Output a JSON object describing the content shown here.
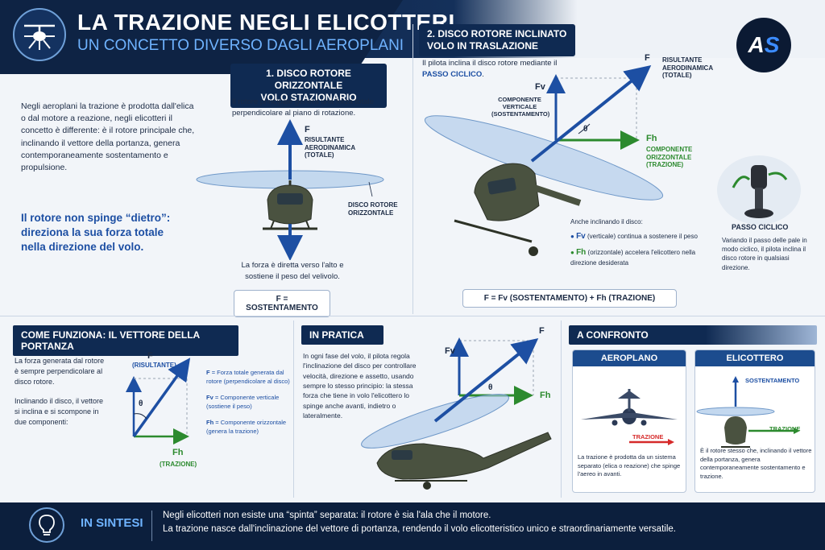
{
  "header": {
    "title": "LA TRAZIONE NEGLI ELICOTTERI",
    "subtitle": "UN CONCETTO DIVERSO DAGLI AEROPLANI",
    "brand_left": "A",
    "brand_right": "S"
  },
  "intro": {
    "text": "Negli aeroplani la trazione è prodotta dall'elica o dal motore a reazione, negli elicotteri il concetto è differente: è il rotore principale che, inclinando il vettore della portanza, genera contemporaneamente sostentamento e propulsione.",
    "highlight": "Il rotore non spinge “dietro”: direziona la sua forza totale nella direzione del volo."
  },
  "section1": {
    "tag_line1": "1. DISCO ROTORE ORIZZONTALE",
    "tag_line2": "VOLO STAZIONARIO",
    "desc": "Il rotore principale genera una forza totale perpendicolare al piano di rotazione.",
    "f_label": "F",
    "f_desc": "RISULTANTE AERODINAMICA (TOTALE)",
    "disc_label": "DISCO ROTORE ORIZZONTALE",
    "caption": "La forza è diretta verso l'alto e sostiene il peso del velivolo.",
    "formula": "F = SOSTENTAMENTO"
  },
  "section2": {
    "tag_line1": "2. DISCO ROTORE INCLINATO",
    "tag_line2": "VOLO IN TRASLAZIONE",
    "desc_pre": "Il pilota inclina il disco rotore mediante il ",
    "desc_link": "PASSO CICLICO",
    "desc_post": ".",
    "f_label": "F",
    "f_desc": "RISULTANTE AERODINAMICA (TOTALE)",
    "fv_label": "Fv",
    "fv_desc": "COMPONENTE VERTICALE (SOSTENTAMENTO)",
    "theta": "θ",
    "fh_label": "Fh",
    "fh_desc": "COMPONENTE ORIZZONTALE (TRAZIONE)",
    "note_intro": "Anche inclinando il disco:",
    "note_fv_sym": "Fv",
    "note_fv": "(verticale) continua a sostenere il peso",
    "note_fh_sym": "Fh",
    "note_fh": "(orizzontale) accelera l'elicottero nella direzione desiderata",
    "formula": "F = Fv (SOSTENTAMENTO) + Fh (TRAZIONE)",
    "stick_title": "PASSO CICLICO",
    "stick_desc": "Variando il passo delle pale in modo ciclico, il pilota inclina il disco rotore in qualsiasi direzione."
  },
  "how": {
    "title": "COME FUNZIONA: IL VETTORE DELLA PORTANZA",
    "text1": "La forza generata dal rotore è sempre perpendicolare al disco rotore.",
    "text2": "Inclinando il disco, il vettore si inclina e si scompone in due componenti:",
    "f": "F",
    "f_sub": "(RISULTANTE)",
    "theta": "θ",
    "fh": "Fh",
    "fh_sub": "(TRAZIONE)",
    "legend": [
      {
        "sym": "F",
        "text": "= Forza totale generata dal rotore (perpendicolare al disco)"
      },
      {
        "sym": "Fv",
        "text": "= Componente verticale (sostiene il peso)"
      },
      {
        "sym": "Fh",
        "text": "= Componente orizzontale (genera la trazione)"
      }
    ]
  },
  "practice": {
    "title": "IN PRATICA",
    "text": "In ogni fase del volo, il pilota regola l'inclinazione del disco per controllare velocità, direzione e assetto, usando sempre lo stesso principio: la stessa forza che tiene in volo l'elicottero lo spinge anche avanti, indietro o lateralmente.",
    "fv": "Fv",
    "f": "F",
    "theta": "θ",
    "fh": "Fh"
  },
  "compare": {
    "title": "A CONFRONTO",
    "plane_title": "AEROPLANO",
    "plane_arrow": "TRAZIONE",
    "plane_text": "La trazione è prodotta da un sistema separato (elica o reazione) che spinge l'aereo in avanti.",
    "heli_title": "ELICOTTERO",
    "heli_up": "SOSTENTAMENTO",
    "heli_arrow": "TRAZIONE",
    "heli_text": "È il rotore stesso che, inclinando il vettore della portanza, genera contemporaneamente sostentamento e trazione."
  },
  "footer": {
    "title": "IN SINTESI",
    "line1": "Negli elicotteri non esiste una “spinta” separata: il rotore è sia l'ala che il motore.",
    "line2": "La trazione nasce dall'inclinazione del vettore di portanza, rendendo il volo elicotteristico unico e straordinariamente versatile."
  },
  "colors": {
    "navy": "#0e2344",
    "accent_blue": "#1d4fa3",
    "green": "#2c8a2e",
    "red": "#d62a2a"
  }
}
